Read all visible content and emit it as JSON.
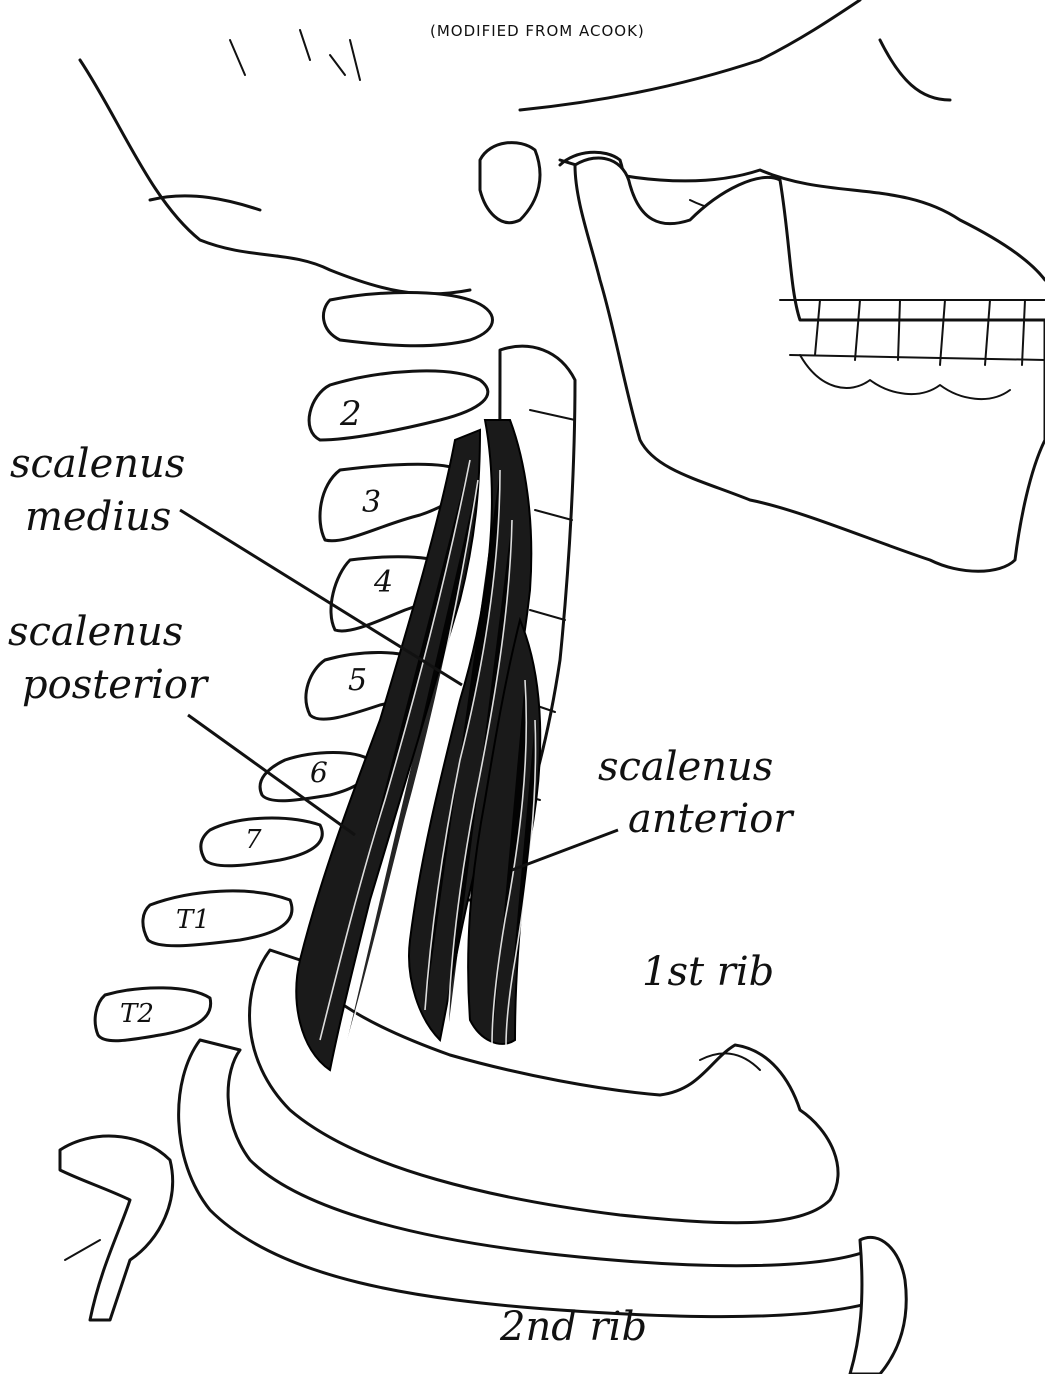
{
  "credit": "(MODIFIED FROM ACOOK)",
  "labels": {
    "scalenus_medius": [
      "scalenus",
      "medius"
    ],
    "scalenus_posterior": [
      "scalenus",
      "posterior"
    ],
    "scalenus_anterior": [
      "scalenus",
      "anterior"
    ],
    "first_rib": "1st rib",
    "second_rib": "2nd rib"
  },
  "vertebrae": [
    "2",
    "3",
    "4",
    "5",
    "6",
    "7",
    "T1",
    "T2"
  ]
}
